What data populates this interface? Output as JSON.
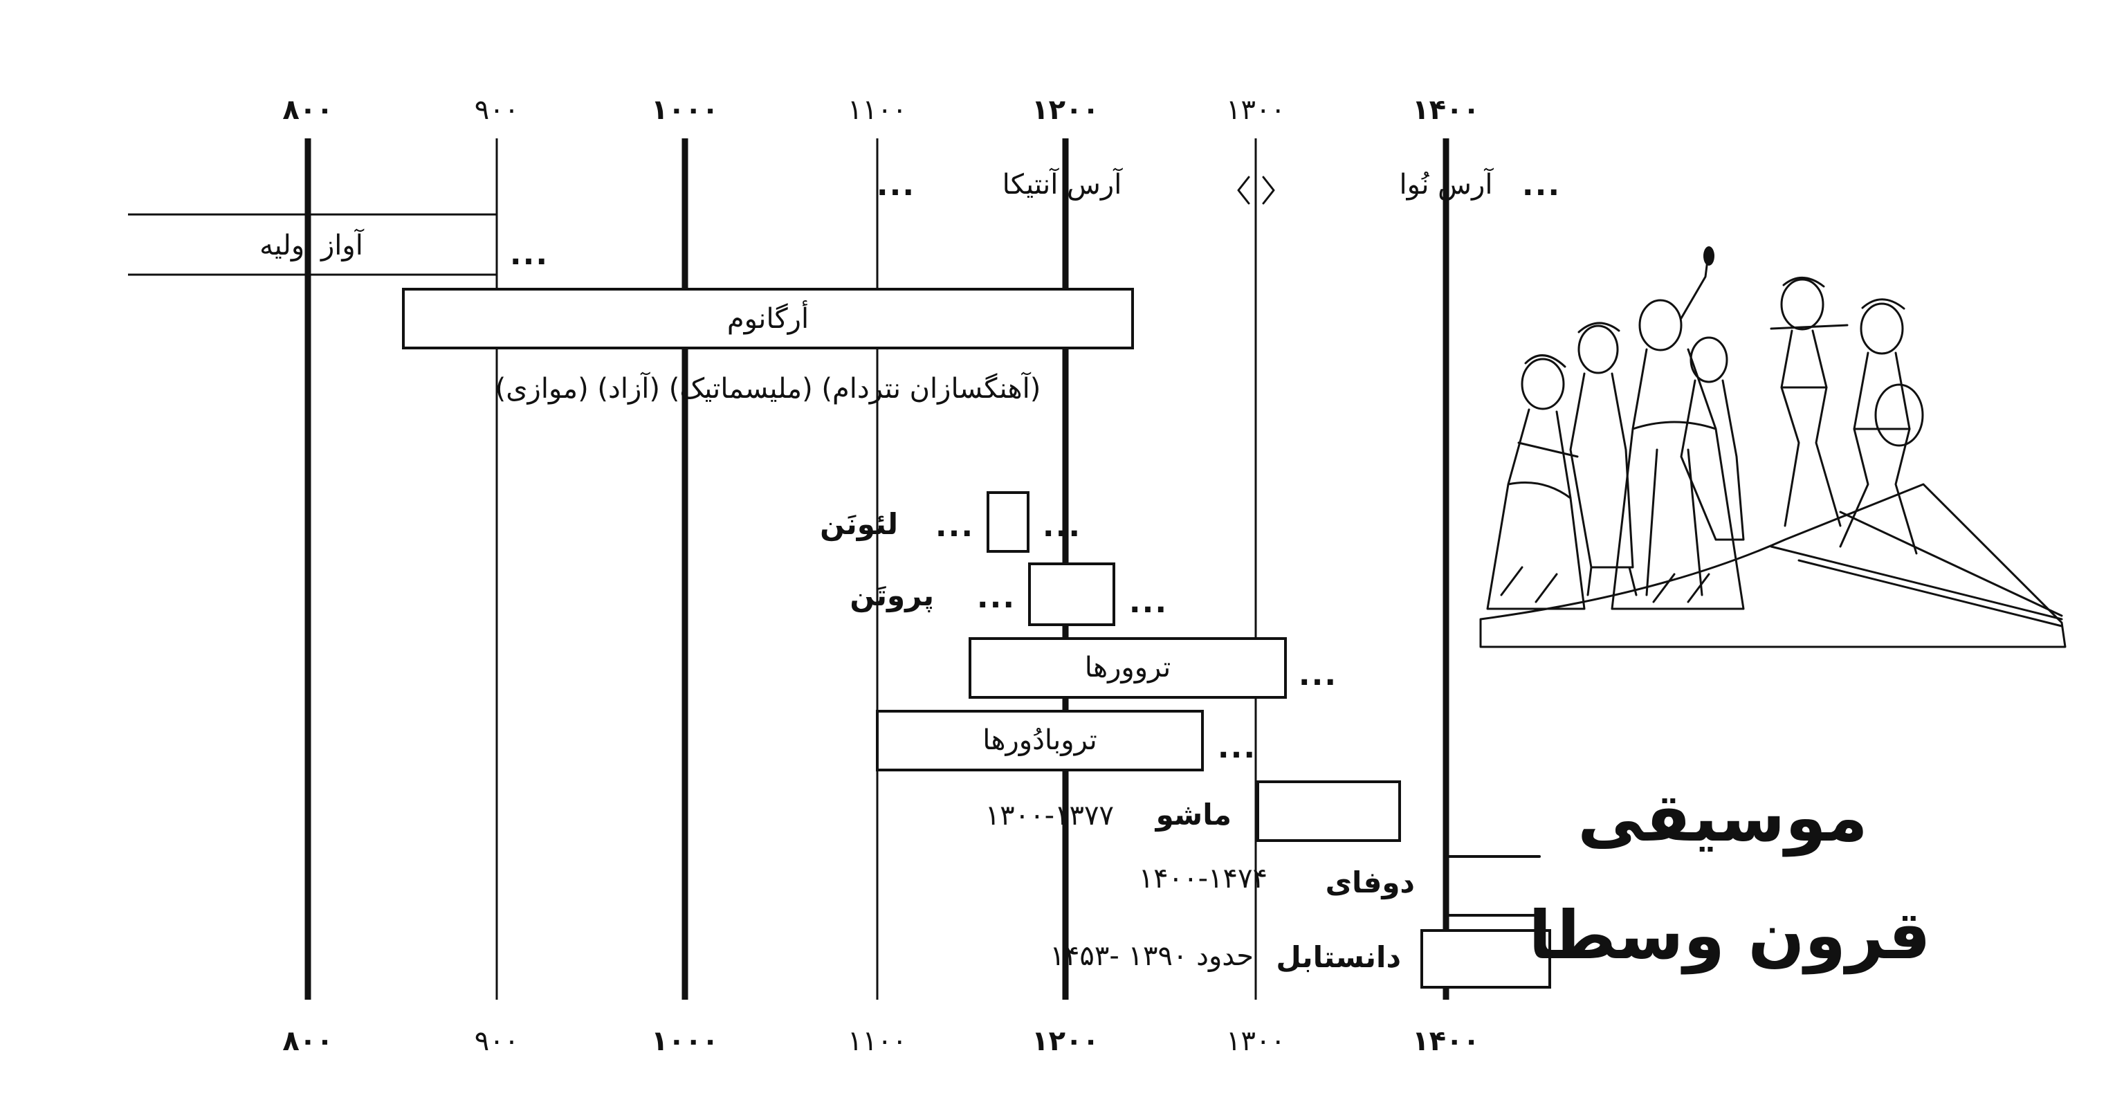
{
  "axis": {
    "ticks": [
      {
        "label": "۸۰۰",
        "weight": "bold"
      },
      {
        "label": "۹۰۰",
        "weight": "thin"
      },
      {
        "label": "۱۰۰۰",
        "weight": "bold"
      },
      {
        "label": "۱۱۰۰",
        "weight": "thin"
      },
      {
        "label": "۱۲۰۰",
        "weight": "bold"
      },
      {
        "label": "۱۳۰۰",
        "weight": "thin"
      },
      {
        "label": "۱۴۰۰",
        "weight": "bold"
      }
    ]
  },
  "eras": {
    "ars_antiqua": "آرس آنتیکا",
    "ars_nova": "آرس نُوا",
    "ellipsis": "..."
  },
  "bars": {
    "plainchant": "آواز اولیه",
    "organum": "أرگانوم",
    "organum_types": "(موازی) (آزاد) (ملیسماتیک) (آهنگسازان نتردام)",
    "leonin": "لئونَن",
    "perotin": "پروتَن",
    "trouveres": "تروورها",
    "troubadours": "تروبادُورها"
  },
  "composers": {
    "machaut": {
      "name": "ماشو",
      "dates": "۱۳۰۰-۱۳۷۷"
    },
    "dufay": {
      "name": "دوفای",
      "dates": "۱۴۰۰-۱۴۷۴"
    },
    "dunstable": {
      "name": "دانستابل",
      "dates": "۱۴۵۳- حدود ۱۳۹۰"
    }
  },
  "title": {
    "line1": "موسیقی",
    "line2": "قرون وسطا"
  },
  "illustration": {
    "icon": "medieval-dancers-woodcut-icon"
  }
}
